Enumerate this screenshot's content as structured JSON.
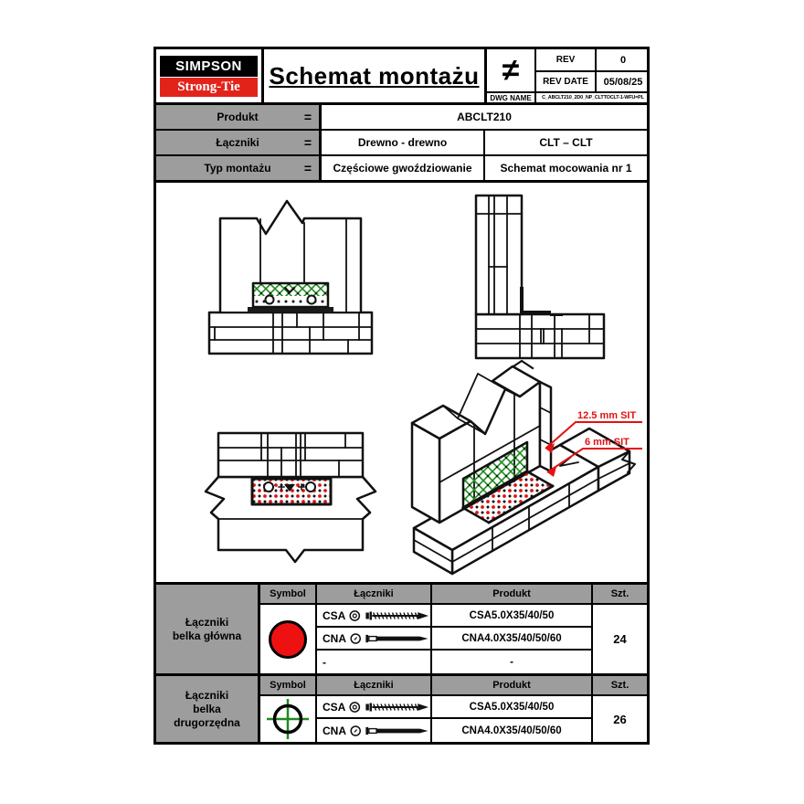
{
  "header": {
    "logo": {
      "line1": "SIMPSON",
      "line2": "Strong-Tie"
    },
    "title": "Schemat montażu",
    "neq": "≠",
    "rev": {
      "label": "REV",
      "value": "0"
    },
    "rev_date": {
      "label": "REV DATE",
      "value": "05/08/25"
    },
    "dwg": {
      "label": "DWG NAME",
      "value": "C_ABCLT210_2D0_NP_CLTTOCLT-1-WFU=PL"
    }
  },
  "product_table": {
    "row1": {
      "label": "Produkt",
      "eq": "=",
      "value": "ABCLT210"
    },
    "row2": {
      "label": "Łączniki",
      "eq": "=",
      "left": "Drewno - drewno",
      "right": "CLT – CLT"
    },
    "row3": {
      "label": "Typ montażu",
      "eq": "=",
      "left": "Częściowe gwoździowanie",
      "right": "Schemat mocowania nr 1"
    }
  },
  "drawing": {
    "annotations": {
      "a1": "12.5 mm SIT",
      "a2": "6 mm SIT"
    }
  },
  "table1": {
    "group": [
      "Łączniki",
      "belka główna"
    ],
    "headers": {
      "symbol": "Symbol",
      "fasteners": "Łączniki",
      "product": "Produkt",
      "qty": "Szt."
    },
    "symbol": "red-circle",
    "row1": {
      "code": "CSA",
      "product": "CSA5.0X35/40/50"
    },
    "row2": {
      "code": "CNA",
      "product": "CNA4.0X35/40/50/60"
    },
    "row3": {
      "code": "-",
      "product": "-"
    },
    "qty": "24"
  },
  "table2": {
    "group": [
      "Łączniki",
      "belka",
      "drugorzędna"
    ],
    "headers": {
      "symbol": "Symbol",
      "fasteners": "Łączniki",
      "product": "Produkt",
      "qty": "Szt."
    },
    "symbol": "green-crosshair",
    "row1": {
      "code": "CSA",
      "product": "CSA5.0X35/40/50"
    },
    "row2": {
      "code": "CNA",
      "product": "CNA4.0X35/40/50/60"
    },
    "qty": "26"
  },
  "colors": {
    "brand_red": "#e2231a",
    "symbol_red": "#ee1111",
    "hatch_green": "#1f8a1f",
    "cell_gray": "#9d9d9d",
    "annotation_red": "#e31111"
  }
}
